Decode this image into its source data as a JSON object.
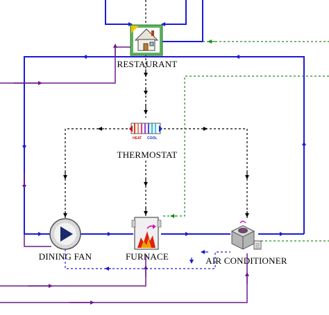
{
  "labels": {
    "restaurant": "RESTAURANT",
    "thermostat": "THERMOSTAT",
    "dining_fan": "DINING FAN",
    "furnace": "FURNACE",
    "air_conditioner": "AIR CONDITIONER"
  },
  "thermostat_icon_text": {
    "heat": "HEAT",
    "cool": "COOL"
  },
  "colors": {
    "flow": "#1a1ad6",
    "control": "#6b1a8a",
    "signal": "#000000",
    "output": "#1f8a1f"
  }
}
